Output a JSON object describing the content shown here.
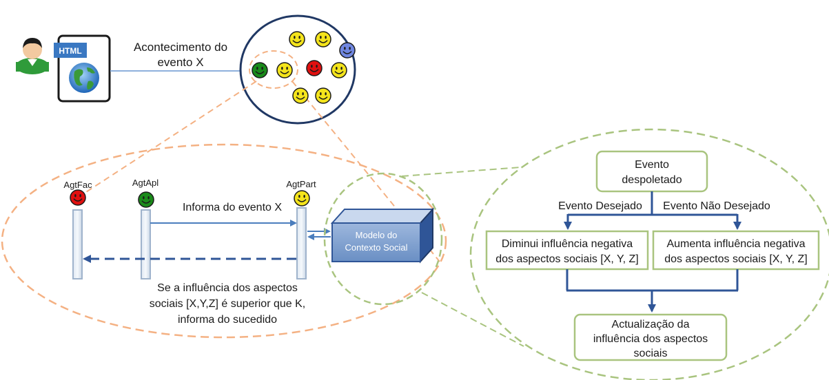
{
  "top": {
    "html_icon_label": "HTML",
    "event_line1": "Acontecimento do",
    "event_line2": "evento X"
  },
  "sequence": {
    "agents": [
      {
        "name": "AgtFac",
        "color": "#e01010"
      },
      {
        "name": "AgtApl",
        "color": "#1a8a1a"
      },
      {
        "name": "AgtPart",
        "color": "#f4e41c"
      }
    ],
    "message": "Informa do evento X",
    "condition_line1": "Se a influência dos aspectos",
    "condition_line2": "sociais [X,Y,Z] é superior que K,",
    "condition_line3": "informa do sucedido"
  },
  "model_box": {
    "line1": "Modelo do",
    "line2": "Contexto Social"
  },
  "flow": {
    "start_line1": "Evento",
    "start_line2": "despoletado",
    "branch_left": "Evento Desejado",
    "branch_right": "Evento Não Desejado",
    "left_line1": "Diminui influência negativa",
    "left_line2": "dos aspectos sociais [X, Y, Z]",
    "right_line1": "Aumenta influência negativa",
    "right_line2": "dos aspectos sociais [X, Y, Z]",
    "final_line1": "Actualização da",
    "final_line2": "influência dos aspectos",
    "final_line3": "sociais"
  },
  "colors": {
    "orange_dash": "#f4b183",
    "green_dash": "#a9c47f",
    "blue": "#4a7dbd",
    "navy": "#203864",
    "box_border": "#a9c47f",
    "smiley_yellow": "#f4e41c",
    "smiley_red": "#e01010",
    "smiley_green": "#1a8a1a",
    "smiley_blue": "#6f86e0"
  }
}
